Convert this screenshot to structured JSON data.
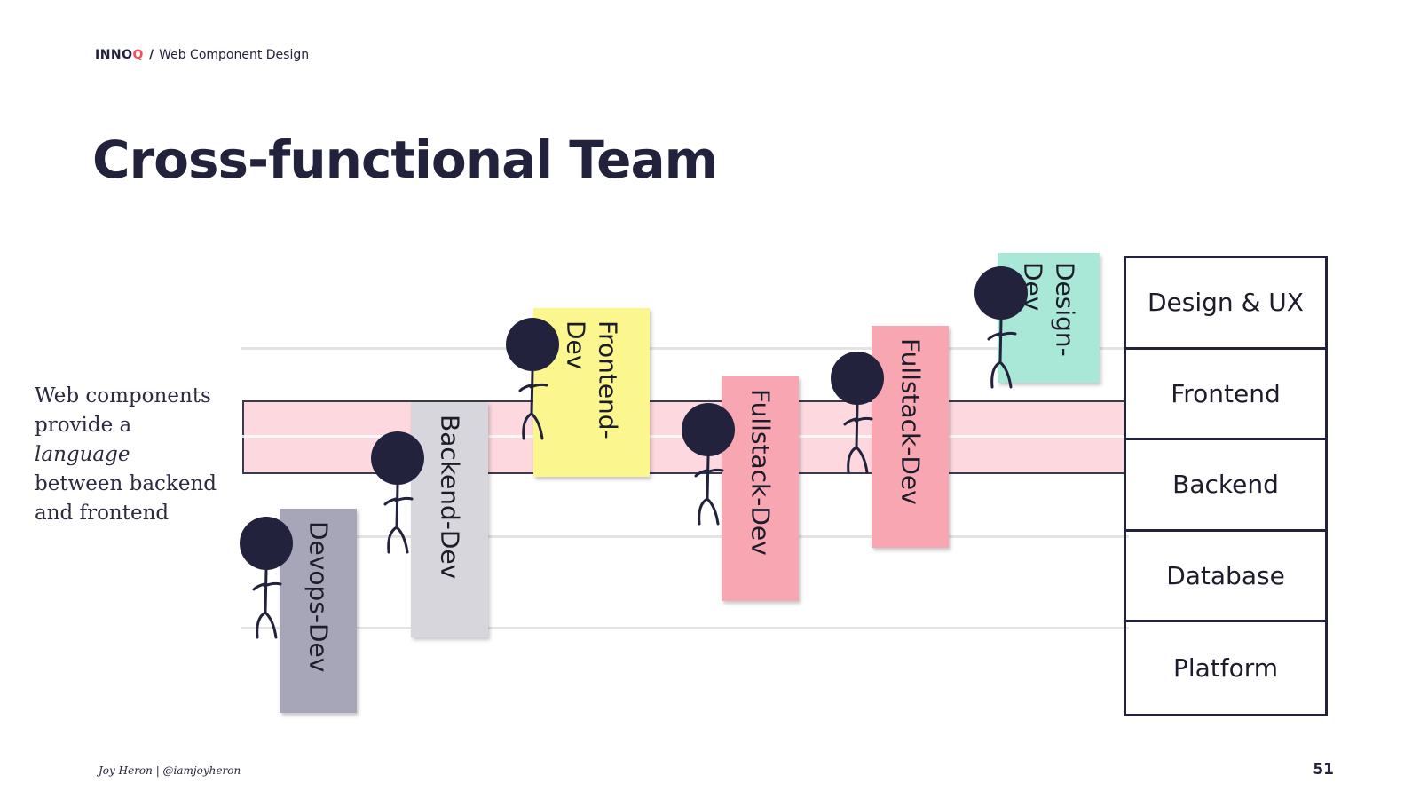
{
  "header": {
    "brand": "INNO",
    "brand_q": "Q",
    "separator": "/",
    "subtitle": "Web Component Design"
  },
  "title": "Cross-functional Team",
  "side_text": {
    "line1": "Web components provide a ",
    "emphasis": "language",
    "line2": " between backend and frontend"
  },
  "notes": [
    {
      "label": "Devops-Dev",
      "color": "#a6a6b8"
    },
    {
      "label": "Backend-Dev",
      "color": "#d6d6dc"
    },
    {
      "label": "Frontend-\nDev",
      "color": "#fbf68e"
    },
    {
      "label": "Fullstack-Dev",
      "color": "#f8a6b1"
    },
    {
      "label": "Fullstack-Dev",
      "color": "#f8a6b1"
    },
    {
      "label": "Design-\nDev",
      "color": "#a9e7d6"
    }
  ],
  "layers": [
    "Design & UX",
    "Frontend",
    "Backend",
    "Database",
    "Platform"
  ],
  "footer": {
    "author": "Joy Heron | @iamjoyheron",
    "page": "51"
  },
  "colors": {
    "title": "#22223d",
    "accent": "#ff4a5e",
    "band": "#fdd9df"
  }
}
